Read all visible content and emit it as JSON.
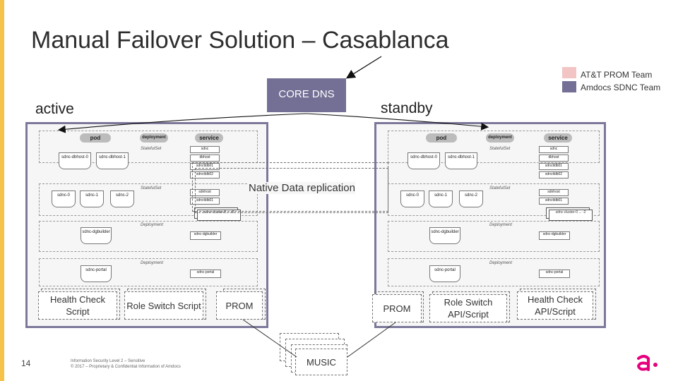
{
  "slide": {
    "title": "Manual Failover Solution – Casablanca",
    "page_number": "14",
    "footer_line1": "Information Security Level 2 – Sensitive",
    "footer_line2": "© 2017 – Proprietary & Confidential Information of Amdocs"
  },
  "legend": {
    "items": [
      {
        "label": "AT&T PROM Team",
        "color": "#f2c4c4"
      },
      {
        "label": "Amdocs SDNC Team",
        "color": "#736f95"
      }
    ]
  },
  "diagram": {
    "core_dns": "CORE DNS",
    "active_label": "active",
    "standby_label": "standby",
    "replication_label": "Native Data replication",
    "music_label": "MUSIC",
    "cluster": {
      "pod": "pod",
      "deployment": "deployment",
      "service": "service",
      "statefulset": "StatefulSet",
      "deployment_kind": "Deployment",
      "db_nodes": [
        "sdnc-dbhost-0",
        "sdnc-dbhost-1"
      ],
      "db_services": [
        "sdnc",
        "dbhost",
        "sdnctldb01",
        "sdnctldb02"
      ],
      "sdnc_nodes": [
        "sdnc-0",
        "sdnc-1",
        "sdnc-2"
      ],
      "sdnc_services": [
        "sdnhost",
        "sdnctldb01"
      ],
      "overlay_text": "sdnc-cluster-0 ... -2",
      "dgbuilder": "sdnc-dgbuilder",
      "dgbuilder_svc": "sdnc-dgbuilder",
      "portal": "sdnc-portal",
      "portal_svc": "sdnc-portal"
    },
    "active_scripts": {
      "health_check": "Health Check Script",
      "role_switch": "Role Switch Script",
      "prom": "PROM"
    },
    "standby_scripts": {
      "prom": "PROM",
      "role_switch": "Role Switch API/Script",
      "health_check": "Health Check API/Script"
    }
  }
}
